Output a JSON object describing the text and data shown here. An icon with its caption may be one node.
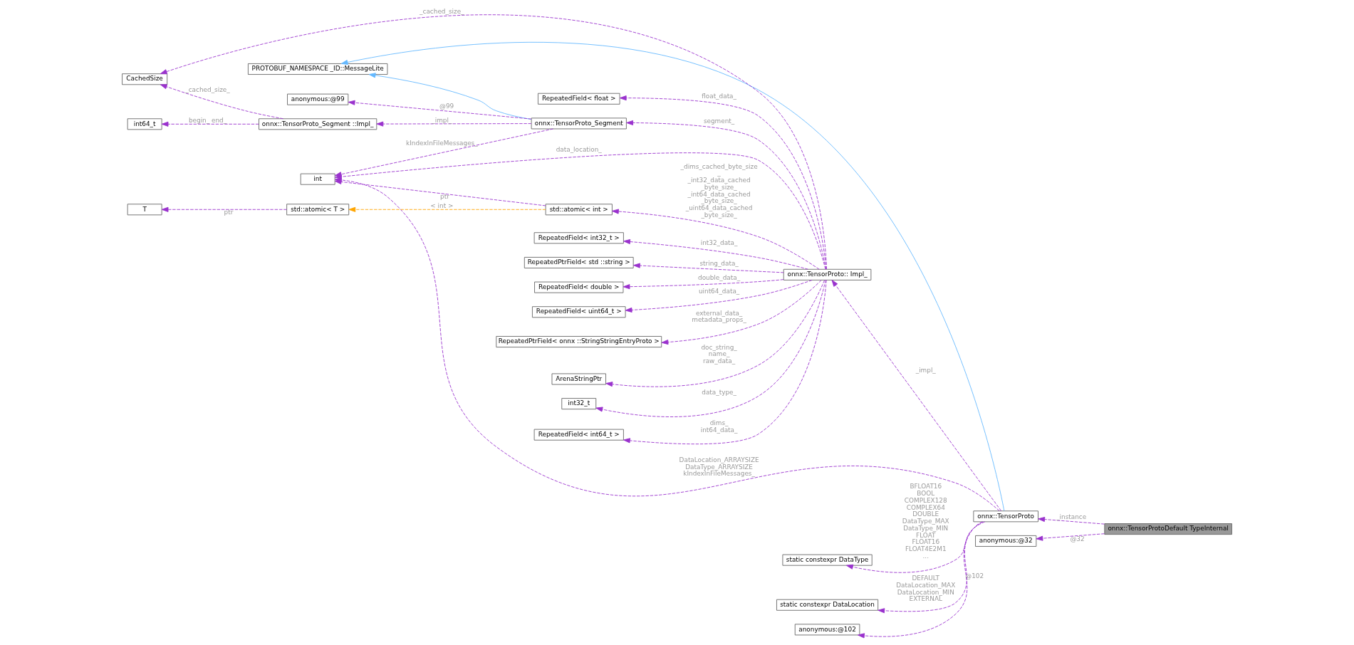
{
  "diagram": {
    "nodes": [
      {
        "text": [
          "onnx::TensorProtoDefault TypeInternal"
        ]
      },
      {
        "text": [
          "onnx::TensorProto"
        ]
      },
      {
        "text": [
          "PROTOBUF_NAMESPACE _ID::MessageLite"
        ]
      },
      {
        "text": [
          "int"
        ]
      },
      {
        "text": [
          "static constexpr DataType"
        ]
      },
      {
        "text": [
          "static constexpr DataLocation"
        ]
      },
      {
        "text": [
          "onnx::TensorProto:: Impl_"
        ]
      },
      {
        "text": [
          "RepeatedField< int64_t >"
        ]
      },
      {
        "text": [
          "std::atomic< int >"
        ]
      },
      {
        "text": [
          "std::atomic< T >"
        ]
      },
      {
        "text": [
          "T"
        ]
      },
      {
        "text": [
          "RepeatedField< float >"
        ]
      },
      {
        "text": [
          "RepeatedField< int32_t >"
        ]
      },
      {
        "text": [
          "RepeatedPtrField< std ::string >"
        ]
      },
      {
        "text": [
          "RepeatedField< double >"
        ]
      },
      {
        "text": [
          "RepeatedField< uint64_t >"
        ]
      },
      {
        "text": [
          "RepeatedPtrField< onnx ::StringStringEntryProto >"
        ]
      },
      {
        "text": [
          "ArenaStringPtr"
        ]
      },
      {
        "text": [
          "onnx::TensorProto_Segment"
        ]
      },
      {
        "text": [
          "onnx::TensorProto_Segment ::Impl_"
        ]
      },
      {
        "text": [
          "int64_t"
        ]
      },
      {
        "text": [
          "CachedSize"
        ]
      },
      {
        "text": [
          "anonymous:@99"
        ]
      },
      {
        "text": [
          "int32_t"
        ]
      },
      {
        "text": [
          "anonymous:@32"
        ]
      },
      {
        "text": [
          "anonymous:@102"
        ]
      }
    ],
    "edges": [
      {
        "from": 0,
        "to": 1,
        "arrow": "to",
        "label": "_instance",
        "style": "dashed"
      },
      {
        "from": 0,
        "to": 24,
        "arrow": "to",
        "label": "@32",
        "style": "dashed"
      },
      {
        "from": 1,
        "to": 2,
        "arrow": "to",
        "color": "#63b8ff"
      },
      {
        "from": 1,
        "to": 3,
        "arrow": "to",
        "label": "DataLocation_ARRAYSIZE DataType_ARRAYSIZE kIndexInFileMessages_",
        "style": "dashed"
      },
      {
        "from": 1,
        "to": 4,
        "arrow": "to",
        "label": "BFLOAT16 BOOL COMPLEX128 COMPLEX64 DOUBLE DataType_MAX DataType_MIN FLOAT FLOAT16 FLOAT4E2M1 ...",
        "style": "dashed"
      },
      {
        "from": 1,
        "to": 5,
        "arrow": "to",
        "label": "DEFAULT DataLocation_MAX DataLocation_MIN EXTERNAL",
        "style": "dashed"
      },
      {
        "from": 1,
        "to": 6,
        "arrow": "to",
        "label": "_impl_",
        "style": "dashed"
      },
      {
        "from": 1,
        "to": 25,
        "arrow": "to",
        "label": "@102",
        "style": "dashed"
      },
      {
        "from": 6,
        "to": 3,
        "arrow": "to",
        "label": "data_location_",
        "style": "dashed"
      },
      {
        "from": 6,
        "to": 7,
        "arrow": "to",
        "label": "dims_ int64_data_",
        "style": "dashed"
      },
      {
        "from": 6,
        "to": 8,
        "arrow": "to",
        "label": "_dims_cached_byte_size _ _int32_data_cached _byte_size_ _int64_data_cached _byte_size_ _uint64_data_cached _byte_size_",
        "style": "dashed"
      },
      {
        "from": 8,
        "to": 3,
        "arrow": "to",
        "label": "ptr",
        "style": "dashed"
      },
      {
        "from": 8,
        "to": 9,
        "arrow": "to",
        "label": "< int >",
        "style": "dashed",
        "color": "#ffa500"
      },
      {
        "from": 9,
        "to": 10,
        "arrow": "to",
        "label": "ptr",
        "style": "dashed"
      },
      {
        "from": 6,
        "to": 11,
        "arrow": "to",
        "label": "float_data_",
        "style": "dashed"
      },
      {
        "from": 6,
        "to": 12,
        "arrow": "to",
        "label": "int32_data_",
        "style": "dashed"
      },
      {
        "from": 6,
        "to": 13,
        "arrow": "to",
        "label": "string_data_",
        "style": "dashed"
      },
      {
        "from": 6,
        "to": 14,
        "arrow": "to",
        "label": "double_data_",
        "style": "dashed"
      },
      {
        "from": 6,
        "to": 15,
        "arrow": "to",
        "label": "uint64_data_",
        "style": "dashed"
      },
      {
        "from": 6,
        "to": 16,
        "arrow": "to",
        "label": "external_data_ metadata_props_",
        "style": "dashed"
      },
      {
        "from": 6,
        "to": 17,
        "arrow": "to",
        "label": "doc_string_ name_ raw_data_",
        "style": "dashed"
      },
      {
        "from": 6,
        "to": 18,
        "arrow": "to",
        "label": "segment_",
        "style": "dashed"
      },
      {
        "from": 6,
        "to": 21,
        "arrow": "to",
        "label": "_cached_size_",
        "style": "dashed"
      },
      {
        "from": 6,
        "to": 23,
        "arrow": "to",
        "label": "data_type_",
        "style": "dashed"
      },
      {
        "from": 18,
        "to": 2,
        "arrow": "to",
        "color": "#63b8ff"
      },
      {
        "from": 18,
        "to": 3,
        "arrow": "to",
        "label": "kIndexInFileMessages_",
        "style": "dashed"
      },
      {
        "from": 18,
        "to": 19,
        "arrow": "to",
        "label": "_impl_",
        "style": "dashed"
      },
      {
        "from": 18,
        "to": 22,
        "arrow": "to",
        "label": "@99",
        "style": "dashed"
      },
      {
        "from": 19,
        "to": 20,
        "arrow": "to",
        "label": "begin_ end_",
        "style": "dashed"
      },
      {
        "from": 19,
        "to": 21,
        "arrow": "to",
        "label": "_cached_size_",
        "style": "dashed"
      }
    ]
  }
}
